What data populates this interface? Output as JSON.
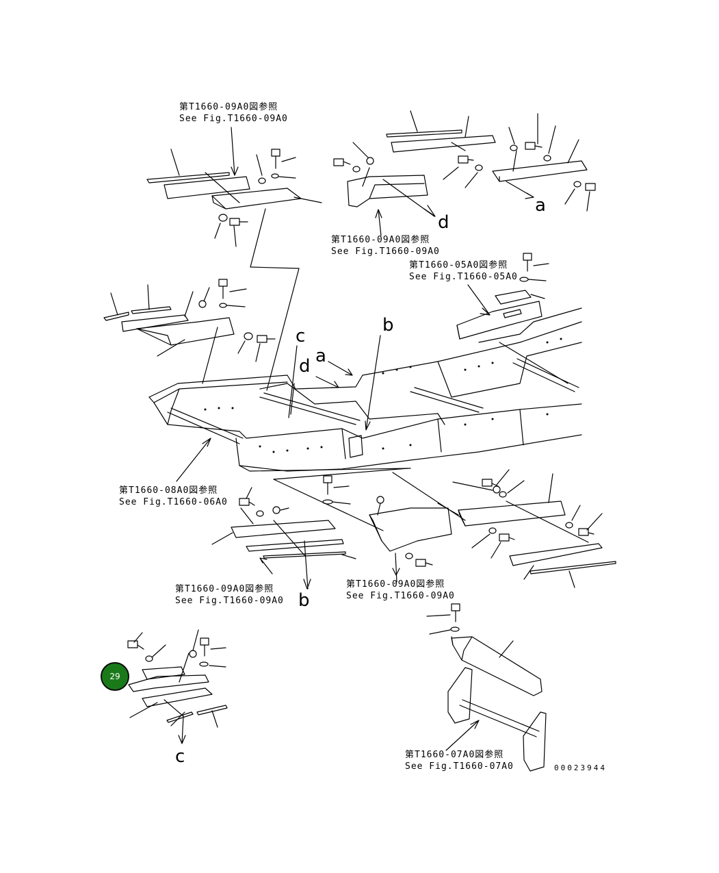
{
  "references": {
    "top_left": {
      "jp": "第T1660-09A0図参照",
      "en": "See Fig.T1660-09A0"
    },
    "top_mid": {
      "jp": "第T1660-09A0図参照",
      "en": "See Fig.T1660-09A0"
    },
    "right_upper": {
      "jp": "第T1660-05A0図参照",
      "en": "See Fig.T1660-05A0"
    },
    "left_mid": {
      "jp": "第T1660-08A0図参照",
      "en": "See Fig.T1660-06A0"
    },
    "bottom_left": {
      "jp": "第T1660-09A0図参照",
      "en": "See Fig.T1660-09A0"
    },
    "bottom_mid": {
      "jp": "第T1660-09A0図参照",
      "en": "See Fig.T1660-09A0"
    },
    "bottom_right": {
      "jp": "第T1660-07A0図参照",
      "en": "See Fig.T1660-07A0"
    }
  },
  "markers": {
    "a_top": "a",
    "d_top": "d",
    "b_mid": "b",
    "c_mid": "c",
    "a_mid": "a",
    "d_mid": "d",
    "b_bottom": "b",
    "c_bottom": "c"
  },
  "callout": {
    "label": "29",
    "color": "#1a7a1a"
  },
  "drawing_number": "00023944"
}
